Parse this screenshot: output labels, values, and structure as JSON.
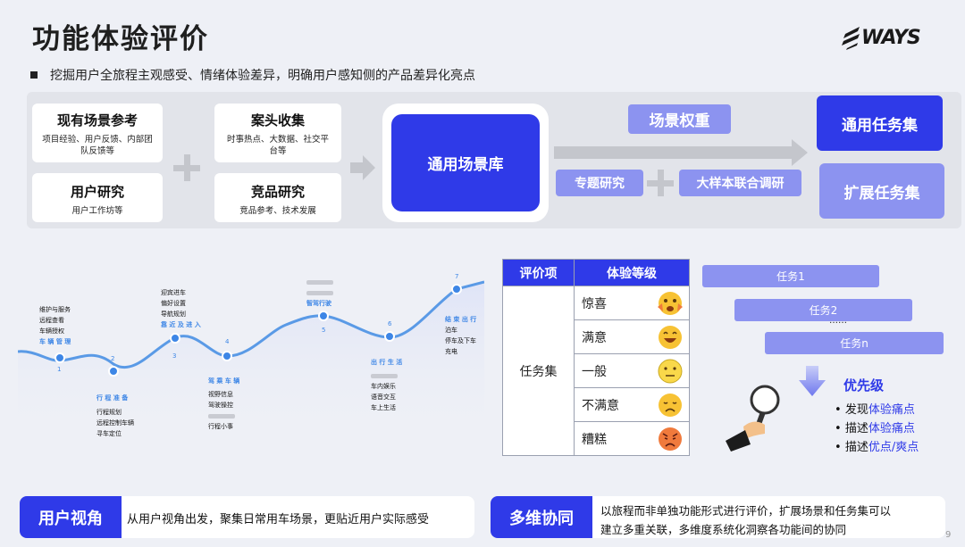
{
  "header": {
    "title": "功能体验评价",
    "logo_text": "WAYS",
    "subtitle": "挖掘用户全旅程主观感受、情绪体验差异，明确用户感知侧的产品差异化亮点"
  },
  "flow": {
    "cards": [
      {
        "title": "现有场景参考",
        "desc": "项目经验、用户反馈、内部团队反馈等"
      },
      {
        "title": "用户研究",
        "desc": "用户工作坊等"
      },
      {
        "title": "案头收集",
        "desc": "时事热点、大数据、社交平台等"
      },
      {
        "title": "竞品研究",
        "desc": "竞品参考、技术发展"
      }
    ],
    "library": "通用场景库",
    "weight": "场景权重",
    "topic": "专题研究",
    "survey": "大样本联合调研",
    "general_tasks": "通用任务集",
    "extended_tasks": "扩展任务集"
  },
  "journey": {
    "stages": [
      {
        "num": "1",
        "title": "车 辆 管 理",
        "items": [
          "维护与服务",
          "远程查看",
          "车辆授权"
        ]
      },
      {
        "num": "2",
        "title": "行 程 准 备",
        "items": [
          "行程规划",
          "远程控制车辆",
          "寻车定位"
        ]
      },
      {
        "num": "3",
        "title": "靠 近 及 进 入",
        "items": [
          "迎宾进车",
          "偏好设置",
          "导航规划"
        ]
      },
      {
        "num": "4",
        "title": "驾 乘 车 辆",
        "items": [
          "视野信息",
          "驾驶操控",
          "行程小事"
        ]
      },
      {
        "num": "5",
        "title": "智驾行驶",
        "items": []
      },
      {
        "num": "6",
        "title": "出 行 生 活",
        "items": [
          "车内娱乐",
          "语音交互",
          "车上生活"
        ]
      },
      {
        "num": "7",
        "title": "结 束 出 行",
        "items": [
          "泊车",
          "停车及下车",
          "充电"
        ]
      }
    ]
  },
  "table": {
    "col1": "评价项",
    "col2": "体验等级",
    "row_label": "任务集",
    "levels": [
      "惊喜",
      "满意",
      "一般",
      "不满意",
      "糟糕"
    ]
  },
  "tasks": {
    "items": [
      "任务1",
      "任务2",
      "任务n"
    ],
    "ellipsis": "……",
    "priority_title": "优先级",
    "bullets": [
      {
        "plain": "发现",
        "highlight": "体验痛点"
      },
      {
        "plain": "描述",
        "highlight": "体验痛点"
      },
      {
        "plain": "描述",
        "highlight": "优点/爽点"
      }
    ]
  },
  "bottom": {
    "left_label": "用户视角",
    "left_text": "从用户视角出发，聚集日常用车场景，更贴近用户实际感受",
    "right_label": "多维协同",
    "right_text_1": "以旅程而非单独功能形式进行评价，扩展场景和任务集可以",
    "right_text_2": "建立多重关联，多维度系统化洞察各功能间的协同"
  },
  "page_number": "9",
  "colors": {
    "accent": "#2f3ae8",
    "light_accent": "#8c93f0",
    "face": "#f7c234",
    "face_bad": "#f07a3c"
  }
}
